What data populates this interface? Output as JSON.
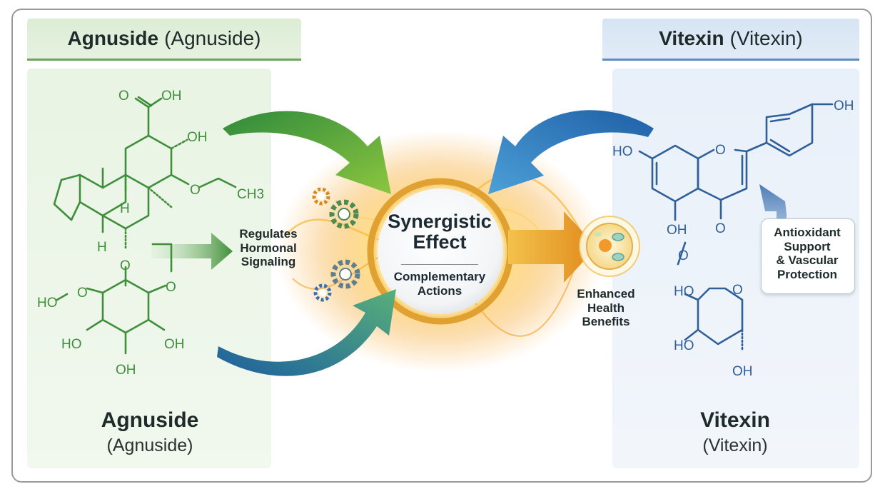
{
  "left_header": {
    "name_bold": "Agnuside",
    "name_paren": "(Agnuside)"
  },
  "right_header": {
    "name_bold": "Vitexin",
    "name_paren": "(Vitexin)"
  },
  "left_caption": {
    "name": "Agnuside",
    "paren": "(Agnuside)"
  },
  "right_caption": {
    "name": "Vitexin",
    "paren": "(Vitexin)"
  },
  "center": {
    "title_line1": "Synergistic",
    "title_line2": "Effect",
    "sub_line1": "Complementary",
    "sub_line2": "Actions"
  },
  "left_label": {
    "line1": "Regulates",
    "line2": "Hormonal",
    "line3": "Signaling"
  },
  "right_label": {
    "line1": "Antioxidant",
    "line2": "Support",
    "line3": "& Vascular",
    "line4": "Protection"
  },
  "benefit_label": {
    "line1": "Enhanced",
    "line2": "Health",
    "line3": "Benefits"
  },
  "agnuside_atoms": {
    "o_cooh": "O",
    "oh_cooh": "OH",
    "oh_top": "OH",
    "ethoxy_o": "O",
    "ch3": "CH3",
    "h_mid": "H",
    "h_low": "H",
    "ring_o": "O",
    "link_o": "O",
    "sugar_o": "O",
    "ho_left": "HO",
    "ho_bottom_left": "HO",
    "oh_bottom_right": "OH",
    "oh_bottom": "OH"
  },
  "vitexin_atoms": {
    "oh_top": "OH",
    "ho_left": "HO",
    "ring_o": "O",
    "keto_o": "O",
    "oh_5": "OH",
    "link_o": "O",
    "ho_sugar": "HO",
    "sugar_o": "O",
    "ho_bottom": "HO",
    "oh_bottom": "OH"
  },
  "colors": {
    "agnuside_green": "#3f8f3a",
    "vitexin_blue": "#2f5f9a",
    "glow_orange": "#f1a32a",
    "ring_gold": "#d9a23a"
  }
}
